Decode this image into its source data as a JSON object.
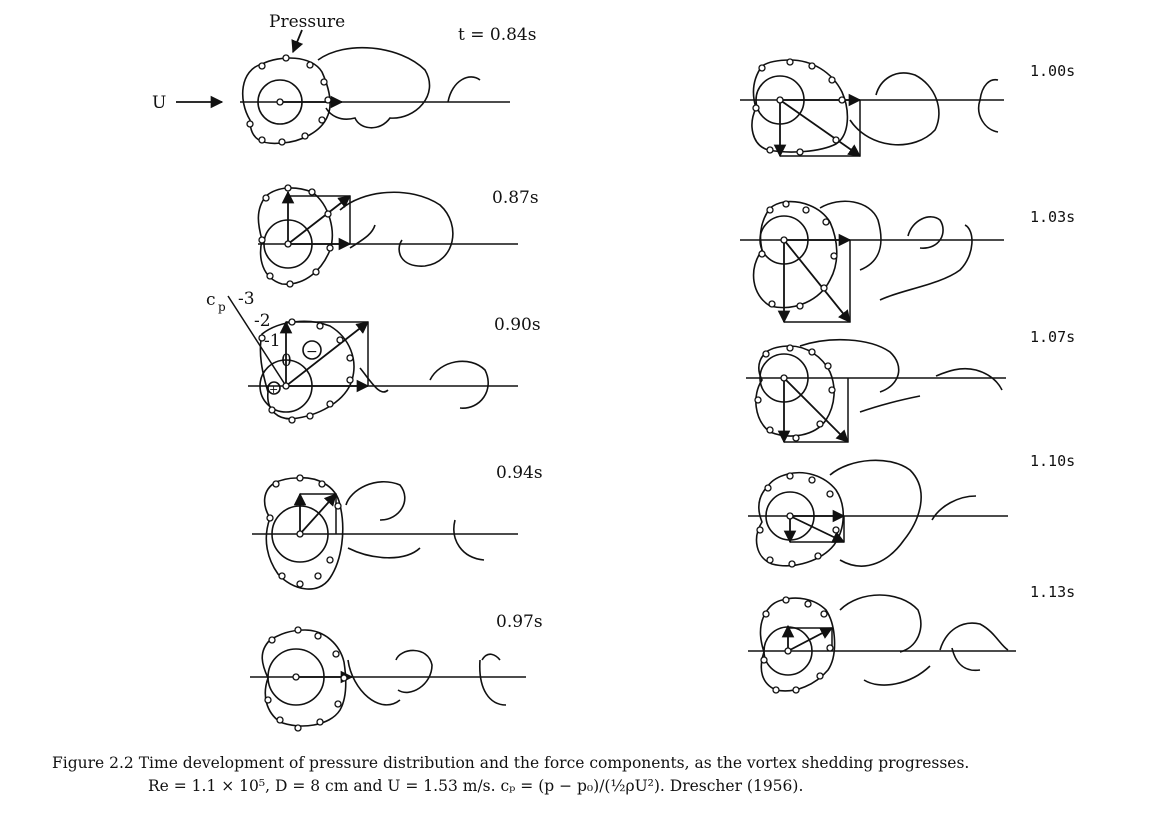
{
  "figure": {
    "labels": {
      "pressure": "Pressure",
      "flow": "U",
      "cp_symbol": "c",
      "cp_subscript": "p",
      "cp_scale": [
        "-3",
        "-2",
        "-1",
        "0"
      ],
      "minus_sign": "−",
      "plus_sign": "+"
    },
    "frames_left": [
      "t = 0.84s",
      "0.87s",
      "0.90s",
      "0.94s",
      "0.97s"
    ],
    "frames_right": [
      "1.00s",
      "1.03s",
      "1.07s",
      "1.10s",
      "1.13s"
    ]
  },
  "caption": {
    "line1": "Figure 2.2  Time development of pressure distribution and the force components, as the vortex shedding progresses.",
    "line2": "Re = 1.1 × 10⁵, D = 8 cm and U = 1.53 m/s.  cₚ = (p − p₀)/(½ρU²). Drescher (1956)."
  }
}
